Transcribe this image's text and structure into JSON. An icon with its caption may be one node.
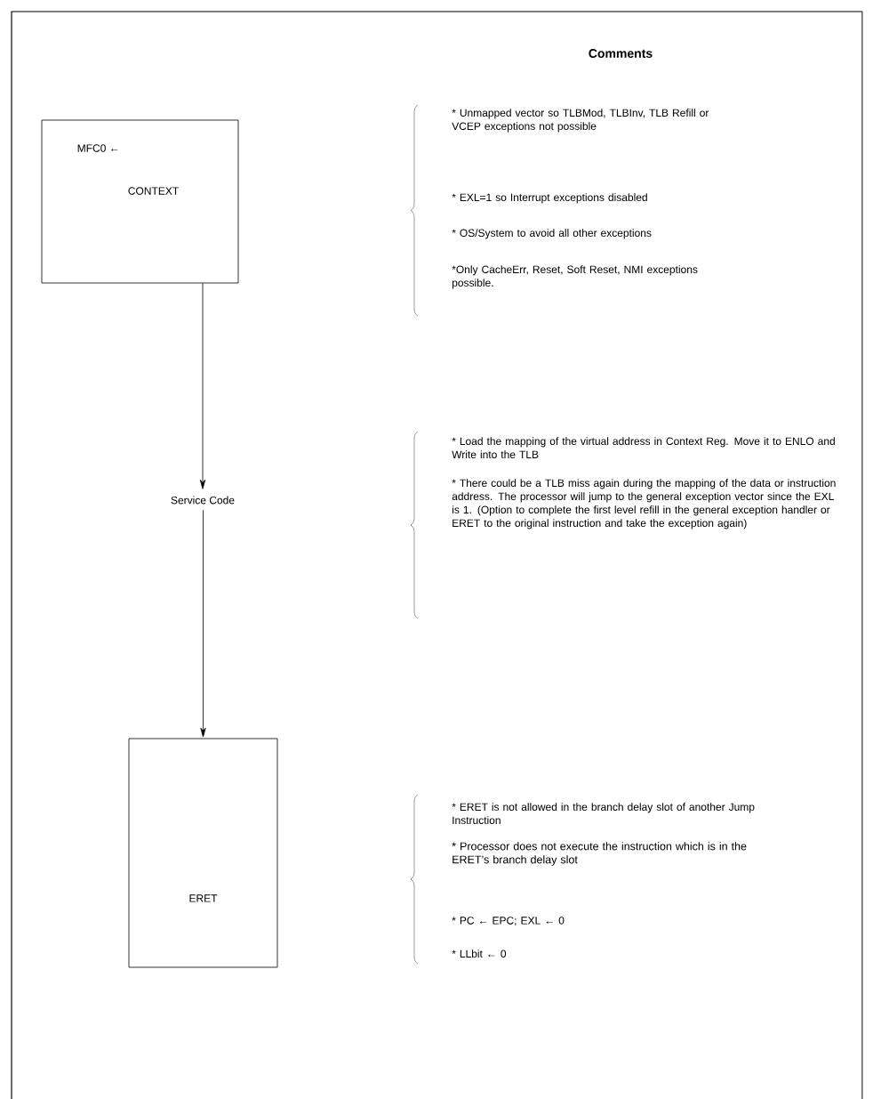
{
  "diagram": {
    "title": "Comments",
    "nodes": [
      {
        "text": [
          "MFC0 ←",
          "CONTEXT"
        ]
      },
      {
        "text": [
          "Service Code"
        ]
      },
      {
        "text": [
          "ERET"
        ]
      }
    ],
    "edges": [
      {
        "from": 0,
        "to": 1,
        "arrow": "to"
      },
      {
        "from": 1,
        "to": 2,
        "arrow": "to"
      }
    ],
    "labels": [
      "* Unmapped vector so TLBMod, TLBInv, TLB Refill or VCEP exceptions not possible",
      "* EXL=1 so Interrupt exceptions disabled",
      "* OS/System to avoid all other exceptions",
      "*Only CacheErr, Reset, Soft Reset, NMI exceptions possible.",
      "* Load the mapping of the virtual address in Context Reg. Move it to ENLO and Write into the TLB",
      "* There could be a TLB miss again during the mapping of the data or instruction address. The processor will jump to the general exception vector since the EXL is 1. (Option to complete the first level refill in the general exception handler or ERET to the original instruction and take the exception again)",
      "* ERET is not allowed in the branch delay slot of another Jump Instruction",
      "* Processor does not execute the instruction which is in the ERET’s branch delay slot",
      "* PC ← EPC; EXL ← 0",
      "* LLbit ← 0"
    ]
  }
}
